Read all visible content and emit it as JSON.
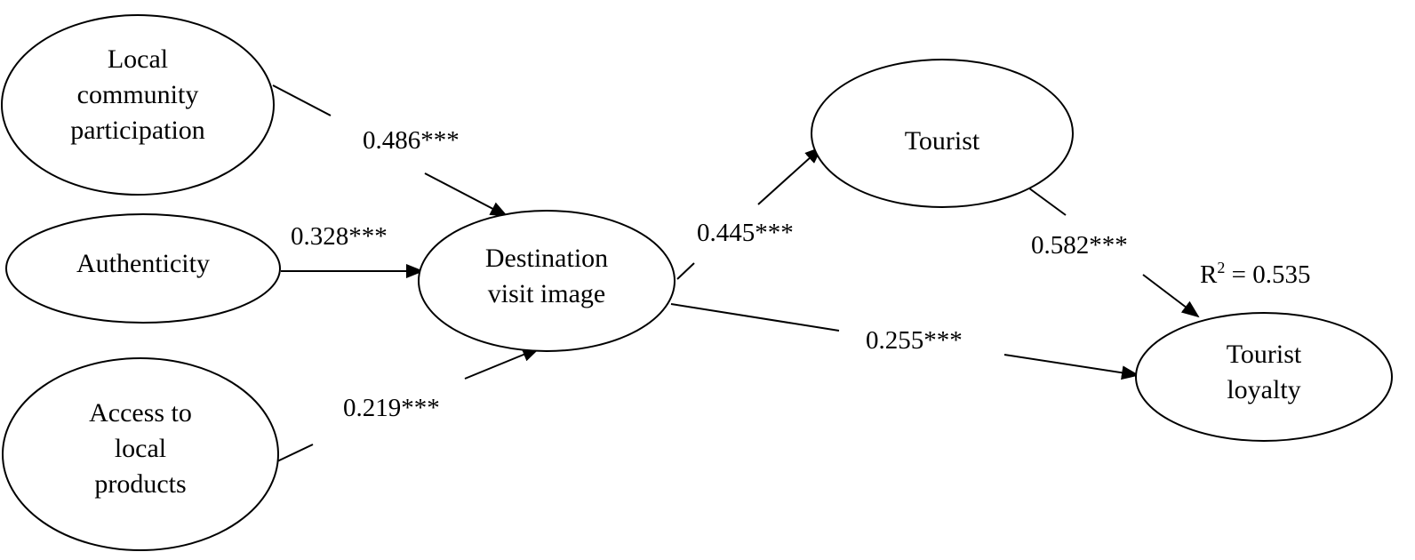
{
  "nodes": {
    "local_community": [
      "Local",
      "community",
      "participation"
    ],
    "authenticity": [
      "Authenticity"
    ],
    "access_local": [
      "Access to",
      "local",
      "products"
    ],
    "destination": [
      "Destination",
      "visit image"
    ],
    "tourist": [
      "Tourist"
    ],
    "loyalty": [
      "Tourist",
      "loyalty"
    ]
  },
  "paths": {
    "local_to_destination": "0.486***",
    "authenticity_to_destination": "0.328***",
    "access_to_destination": "0.219***",
    "destination_to_tourist": "0.445***",
    "tourist_to_loyalty": "0.582***",
    "destination_to_loyalty": "0.255***"
  },
  "r_squared": {
    "prefix": "R",
    "exponent": "2",
    "value": " = 0.535"
  }
}
